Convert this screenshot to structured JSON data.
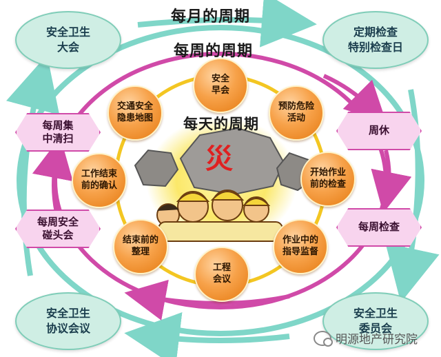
{
  "titles": {
    "monthly": "每月的周期",
    "weekly": "每周的周期",
    "daily": "每天的周期"
  },
  "monthly_nodes": [
    {
      "id": "top-left",
      "lines": [
        "安全卫生",
        "大会"
      ]
    },
    {
      "id": "top-right",
      "lines": [
        "定期检查",
        "特别检查日"
      ]
    },
    {
      "id": "bottom-right",
      "lines": [
        "安全卫生",
        "委员会"
      ]
    },
    {
      "id": "bottom-left",
      "lines": [
        "安全卫生",
        "协议会议"
      ]
    }
  ],
  "weekly_nodes": [
    {
      "id": "weekly-clean",
      "lines": [
        "每周集",
        "中清扫"
      ]
    },
    {
      "id": "weekly-meeting",
      "lines": [
        "每周安全",
        "碰头会"
      ]
    },
    {
      "id": "weekly-rest",
      "lines": [
        "周休"
      ]
    },
    {
      "id": "weekly-inspect",
      "lines": [
        "每周检查"
      ]
    }
  ],
  "daily_nodes": [
    {
      "id": "morning-meeting",
      "lines": [
        "安全",
        "早会"
      ]
    },
    {
      "id": "hazard-prevention",
      "lines": [
        "预防危险",
        "活动"
      ]
    },
    {
      "id": "pre-work-check",
      "lines": [
        "开始作业",
        "前的检查"
      ]
    },
    {
      "id": "work-guidance",
      "lines": [
        "作业中的",
        "指导监督"
      ]
    },
    {
      "id": "project-meeting",
      "lines": [
        "工程",
        "会议"
      ]
    },
    {
      "id": "pre-end-tidy",
      "lines": [
        "结束前的",
        "整理"
      ]
    },
    {
      "id": "end-confirm",
      "lines": [
        "工作结束",
        "前的确认"
      ]
    },
    {
      "id": "traffic-map",
      "lines": [
        "交通安全",
        "隐患地图"
      ]
    }
  ],
  "center": {
    "hazard_glyph": "災"
  },
  "watermark": {
    "text": "明源地产研究院"
  },
  "colors": {
    "outer_ring": "#7fd6c8",
    "middle_ring": "#d04aa8",
    "inner_ring": "#f3c622",
    "day_node": "#f7a24a",
    "month_node_fill": "#cfeee4",
    "week_node_fill": "#f8d4ee"
  }
}
